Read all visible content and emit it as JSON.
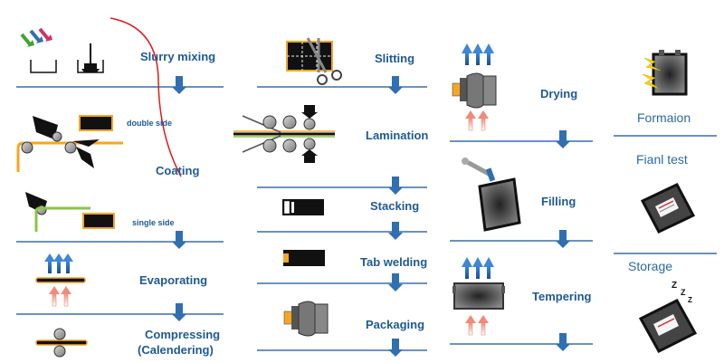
{
  "colors": {
    "label": "#1f5a93",
    "line": "#3a6ea8",
    "arrow": "#2f6fb2",
    "black_box": "#111111",
    "orange_border": "#f5a623",
    "red_curve": "#e01b1b"
  },
  "column1": {
    "slurry_mixing": "Slurry mixing",
    "double_side": "double side",
    "coating": "Coating",
    "single_side": "single side",
    "evaporating": "Evaporating",
    "compressing_line1": "Compressing",
    "compressing_line2": "(Calendering)"
  },
  "column2": {
    "slitting": "Slitting",
    "lamination": "Lamination",
    "stacking": "Stacking",
    "tab_welding": "Tab welding",
    "packaging": "Packaging"
  },
  "column3": {
    "drying": "Drying",
    "filling": "Filling",
    "tempering": "Tempering"
  },
  "column4": {
    "formation": "Formaion",
    "final_test": "Fianl test",
    "storage": "Storage"
  },
  "icons": [
    "slurry-arrows-icon",
    "mixer-tank-icon",
    "coating-roller-icon",
    "slitting-scissors-icon",
    "lamination-rollers-icon",
    "stacked-cell-icon",
    "tab-welded-cell-icon",
    "packaging-press-icon",
    "drying-heater-icon",
    "filling-nozzle-icon",
    "tempering-chamber-icon",
    "formation-lightning-icon",
    "final-test-battery-icon",
    "storage-sleeping-battery-icon",
    "heat-up-arrows-icon",
    "down-arrow-icon"
  ]
}
